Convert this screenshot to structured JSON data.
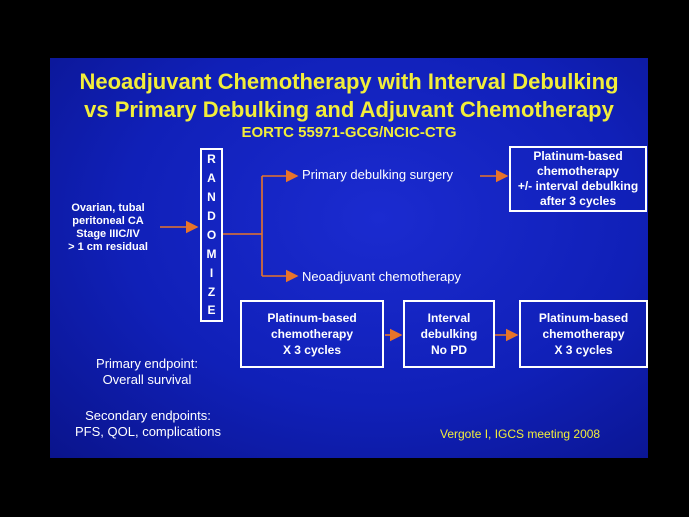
{
  "title_line1": "Neoadjuvant Chemotherapy with Interval Debulking",
  "title_line2": "vs Primary Debulking and Adjuvant Chemotherapy",
  "subtitle": "EORTC 55971-GCG/NCIC-CTG",
  "population": "Ovarian, tubal\nperitoneal CA\nStage IIIC/IV\n> 1 cm residual",
  "randomize_letters": [
    "R",
    "A",
    "N",
    "D",
    "O",
    "M",
    "I",
    "Z",
    "E"
  ],
  "arm1_label": "Primary debulking surgery",
  "arm1_box": "Platinum-based\nchemotherapy\n+/- interval debulking\nafter 3 cycles",
  "arm2_label": "Neoadjuvant chemotherapy",
  "arm2_box1": "Platinum-based\nchemotherapy\nX 3 cycles",
  "arm2_box2": "Interval\ndebulking\nNo PD",
  "arm2_box3": "Platinum-based\nchemotherapy\nX 3 cycles",
  "primary_endpoint": "Primary endpoint:\nOverall survival",
  "secondary_endpoints": "Secondary endpoints:\nPFS, QOL, complications",
  "citation": "Vergote I, IGCS meeting 2008",
  "colors": {
    "title": "#f2ee3a",
    "arrow": "#e8742a",
    "background": "#1020b8"
  }
}
